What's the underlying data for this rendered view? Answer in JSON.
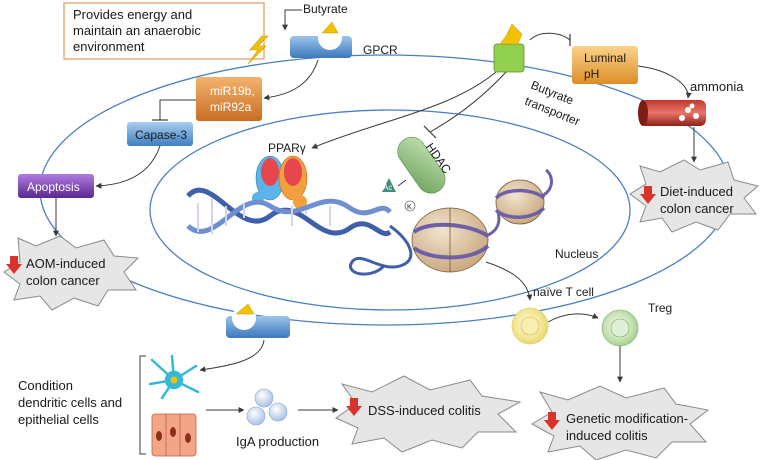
{
  "info_box": {
    "line1": "Provides energy and",
    "line2": "maintain an anaerobic",
    "line3": "environment"
  },
  "labels": {
    "butyrate": "Butyrate",
    "gpcr": "GPCR",
    "mir_line1": "miR19b,",
    "mir_line2": "miR92a",
    "capase": "Capase-3",
    "apoptosis": "Apoptosis",
    "aom_line1": "AOM-induced",
    "aom_line2": "colon cancer",
    "ppar": "PPARγ",
    "hdac": "HDAC",
    "ac": "Ac",
    "k": "K",
    "transporter_line1": "Butyrate",
    "transporter_line2": "transporter",
    "luminal_line1": "Luminal",
    "luminal_line2": "pH",
    "ammonia": "ammonia",
    "diet_line1": "Diet-induced",
    "diet_line2": "colon cancer",
    "nucleus": "Nucleus",
    "naive_t": "naïve T cell",
    "treg": "Treg",
    "condition_line1": "Condition",
    "condition_line2": "dendritic cells and",
    "condition_line3": "epithelial cells",
    "iga": "IgA production",
    "dss": "DSS-induced colitis",
    "genetic_line1": "Genetic modification-",
    "genetic_line2": "induced colitis"
  },
  "colors": {
    "receptor_blue": "#5b9bd5",
    "butyrate_yellow": "#f2c200",
    "mir_orange": "#e08a3c",
    "capase_blue": "#6fa8dc",
    "apoptosis_purple": "#7b3fb0",
    "hdac_green": "#8fbf7f",
    "transporter_green": "#92d050",
    "luminal_orange": "#f0b24a",
    "arrow_red": "#d9342b",
    "cell_line": "#4a7fc1"
  }
}
